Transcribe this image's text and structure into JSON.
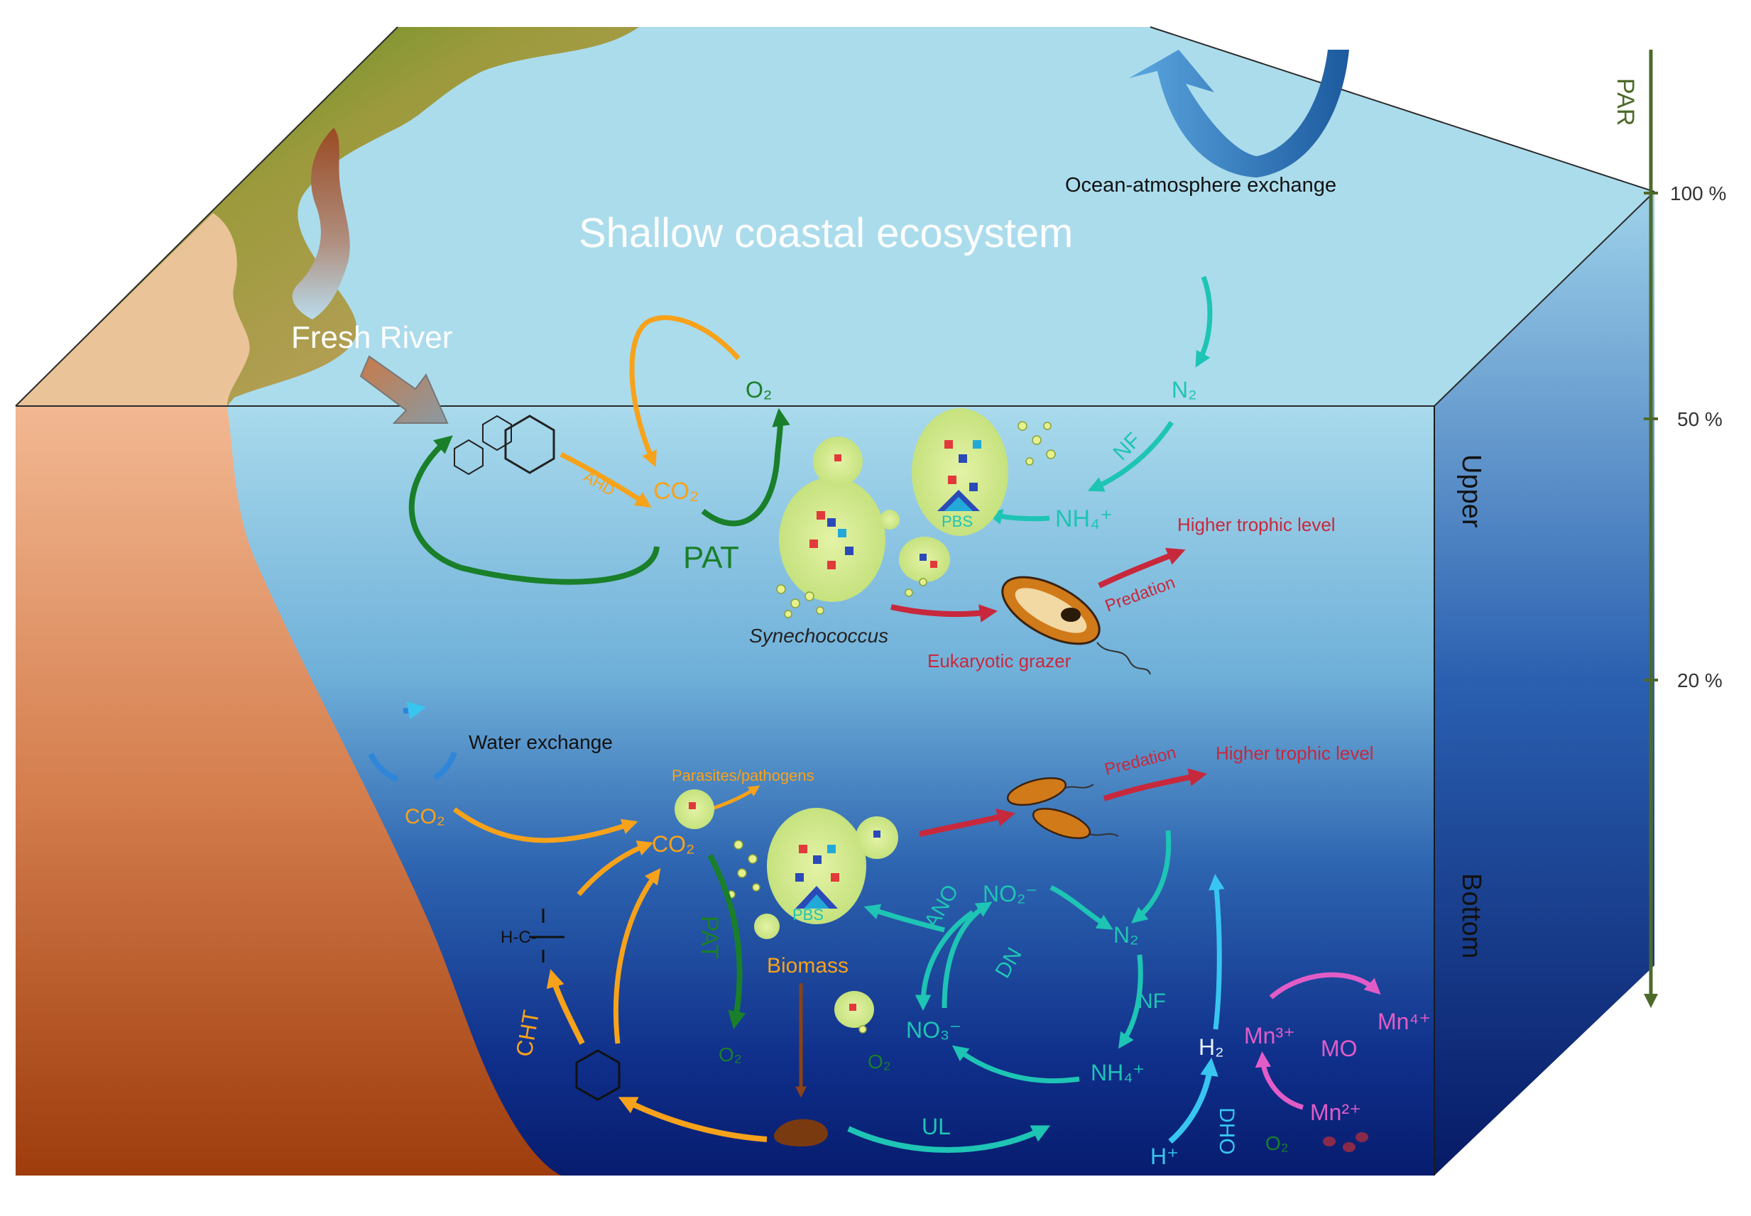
{
  "title": "Shallow coastal ecosystem",
  "surface": {
    "river": "Fresh River",
    "exchange": "Ocean-atmosphere exchange"
  },
  "par_scale": {
    "axis_label": "PAR",
    "ticks": [
      "100 %",
      "50 %",
      "20 %"
    ]
  },
  "zones": {
    "upper": "Upper",
    "bottom": "Bottom"
  },
  "upper": {
    "o2": "O₂",
    "co2": "CO₂",
    "ahd": "AHD",
    "pat": "PAT",
    "n2": "N₂",
    "nf": "NF",
    "nh4": "NH₄⁺",
    "pbs": "PBS",
    "higher_trophic": "Higher trophic level",
    "predation": "Predation",
    "synechococcus": "Synechococcus",
    "grazer": "Eukaryotic grazer"
  },
  "bottom": {
    "water_exchange": "Water exchange",
    "parasites": "Parasites/pathogens",
    "co2_left": "CO₂",
    "co2_center": "CO₂",
    "pbs": "PBS",
    "pat": "PAT",
    "o2_pat": "O₂",
    "biomass": "Biomass",
    "cht": "CHT",
    "predation": "Predation",
    "higher_trophic": "Higher trophic level",
    "ano": "ANO",
    "no2": "NO₂⁻",
    "n2": "N₂",
    "dn": "DN",
    "nf": "NF",
    "no3": "NO₃⁻",
    "nh4": "NH₄⁺",
    "o2_mid": "O₂",
    "ul": "UL",
    "h2": "H₂",
    "h_plus": "H⁺",
    "dho": "DHO",
    "mn3": "Mn³⁺",
    "mn4": "Mn⁴⁺",
    "mo": "MO",
    "mn2": "Mn²⁺",
    "o2_mn": "O₂"
  },
  "colors": {
    "orange": "#f7a21b",
    "green": "#1a7f2a",
    "teal": "#1ec4b4",
    "red": "#c8283c",
    "magenta": "#e25cc8",
    "cyan": "#38c6f0",
    "par_green": "#4d6a2a"
  }
}
